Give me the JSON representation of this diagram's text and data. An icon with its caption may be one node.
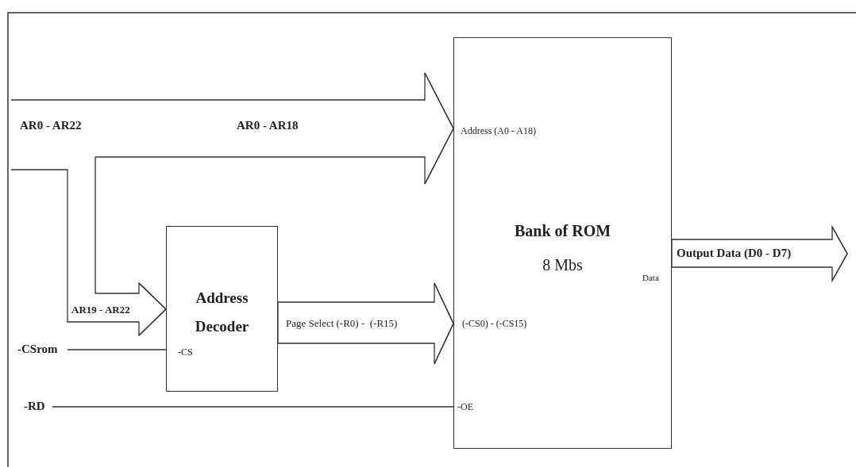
{
  "diagram": {
    "nodes": [
      {
        "text": [
          "Address Decoder",
          "-CS"
        ]
      },
      {
        "text": [
          "Bank of ROM",
          "8 Mbs",
          "Address (A0 - A18)",
          "(-CS0) - (-CS15)",
          "-OE",
          "Data"
        ]
      },
      {
        "text": [
          "-CSrom"
        ]
      },
      {
        "text": [
          "-RD"
        ]
      }
    ],
    "edges": [
      {
        "from": null,
        "to": 1,
        "arrow": "to",
        "label": "AR0 - AR18"
      },
      {
        "from": null,
        "to": 0,
        "arrow": "to",
        "label": "AR19 - AR22"
      },
      {
        "from": 2,
        "to": 0,
        "arrow": "none"
      },
      {
        "from": 3,
        "to": 1,
        "arrow": "none"
      },
      {
        "from": 0,
        "to": 1,
        "arrow": "to",
        "label": "Page Select (-R0) -  (-R15)"
      },
      {
        "from": 1,
        "to": null,
        "arrow": "to",
        "label": "Output Data (D0 - D7)"
      }
    ],
    "labels": [
      "AR0 - AR22"
    ]
  }
}
